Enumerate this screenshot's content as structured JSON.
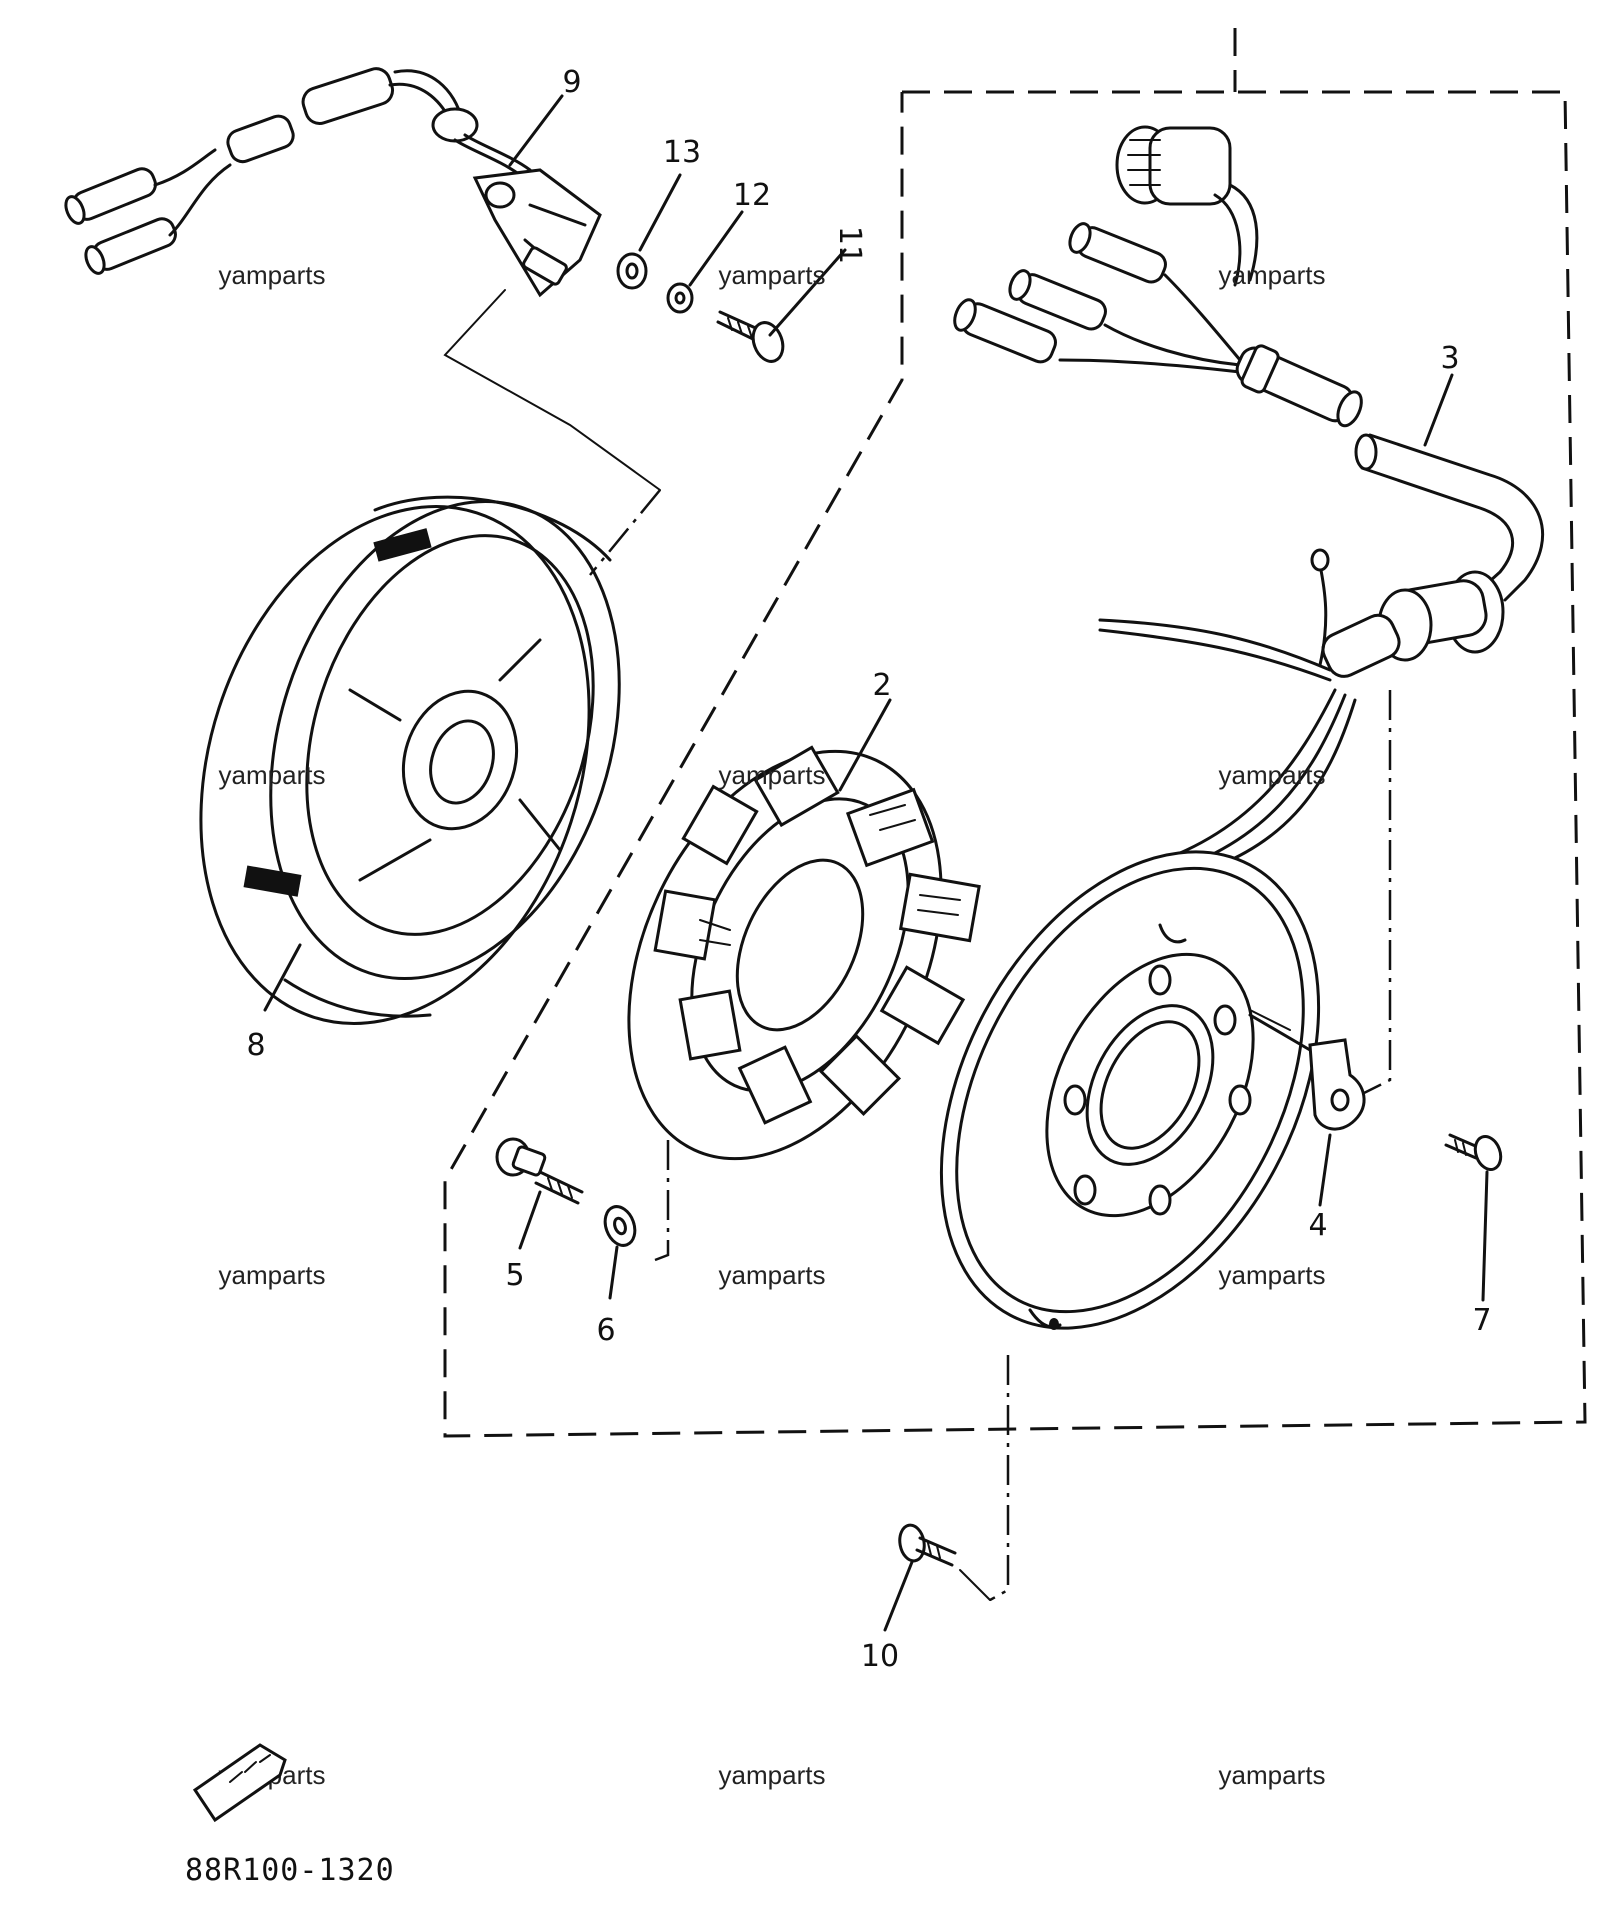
{
  "diagram": {
    "part_numbers": [
      "2",
      "3",
      "4",
      "5",
      "6",
      "7",
      "8",
      "9",
      "10",
      "11",
      "12",
      "13"
    ],
    "watermark": "yamparts",
    "figure_code": "88R100-1320"
  }
}
